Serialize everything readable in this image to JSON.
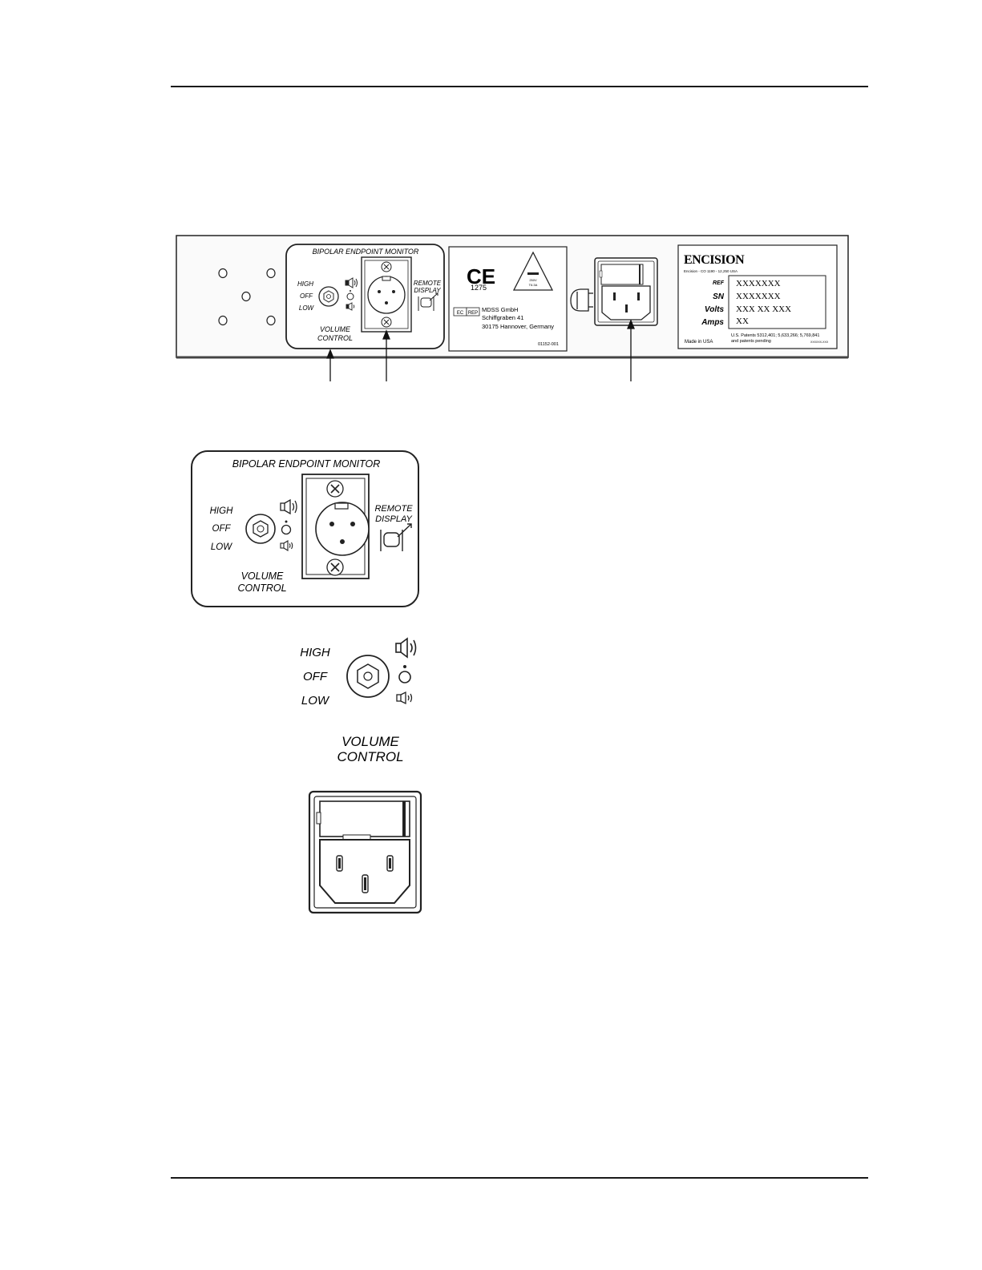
{
  "panel": {
    "module_title": "BIPOLAR ENDPOINT MONITOR",
    "volume_levels": [
      "HIGH",
      "OFF",
      "LOW"
    ],
    "volume_label": [
      "VOLUME",
      "CONTROL"
    ],
    "remote_label": [
      "REMOTE",
      "DISPLAY"
    ],
    "ce_mark": "CE",
    "ce_number": "1275",
    "warning_triangle_text": [
      "250V",
      "T6.3A"
    ],
    "ec_rep": [
      "EC",
      "REP"
    ],
    "rep_address": [
      "MDSS GmbH",
      "Schiffgraben 41",
      "30175 Hannover, Germany"
    ],
    "part_number": "01152-001",
    "brand": "ENCISION",
    "brand_subline": "Encision - CO 1190 - 12,250 USA",
    "rating_rows": [
      {
        "label": "REF",
        "value": "XXXXXXX"
      },
      {
        "label": "SN",
        "value": "XXXXXXX"
      },
      {
        "label": "Volts",
        "value": "XXX XX XXX"
      },
      {
        "label": "Amps",
        "value": "XX"
      }
    ],
    "made_in": "Made in USA",
    "patents": [
      "U.S. Patents 5312,401; 5,633,266; 5,769,841",
      "and patents pending"
    ],
    "label_code": "XXXXXX-XXX"
  },
  "detail_module": {
    "title": "BIPOLAR ENDPOINT MONITOR",
    "volume_levels": [
      "HIGH",
      "OFF",
      "LOW"
    ],
    "volume_label": [
      "VOLUME",
      "CONTROL"
    ],
    "remote_label": [
      "REMOTE",
      "DISPLAY"
    ]
  },
  "detail_volume": {
    "volume_levels": [
      "HIGH",
      "OFF",
      "LOW"
    ],
    "volume_label": [
      "VOLUME",
      "CONTROL"
    ]
  }
}
